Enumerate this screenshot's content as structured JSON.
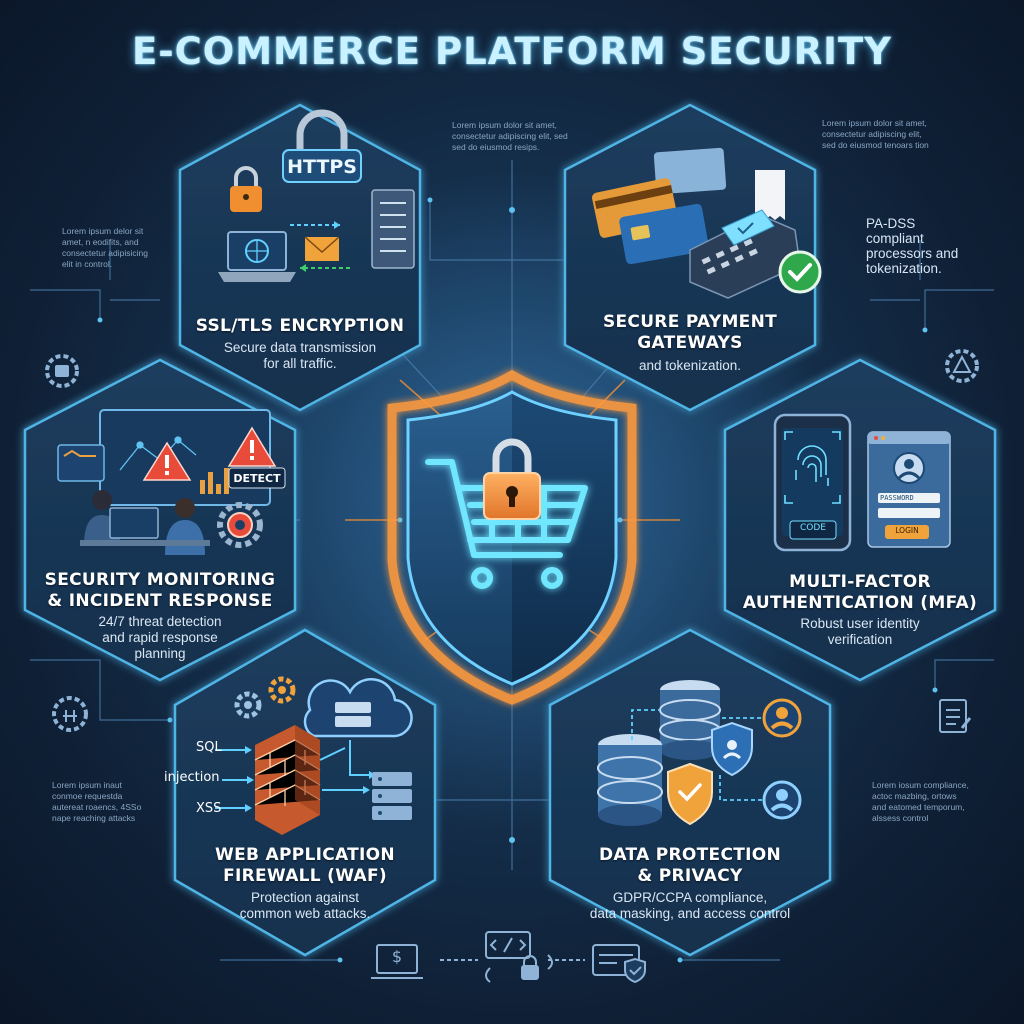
{
  "title": "E-COMMERCE PLATFORM SECURITY",
  "colors": {
    "accent": "#58c8ff",
    "hex_border": "#4fb4e6",
    "shield_glow": "#ff9a3d",
    "alert": "#e84b3a",
    "success": "#35b34a"
  },
  "sections": {
    "ssl": {
      "title_line1": "SSL/TLS ENCRYPTION",
      "desc_line1": "Secure data transmission",
      "desc_line2": "for all traffic.",
      "badge": "HTTPS",
      "icons": [
        "padlock-icon",
        "laptop-icon",
        "globe-icon",
        "envelope-icon",
        "server-icon"
      ]
    },
    "payment": {
      "title_line1": "SECURE PAYMENT",
      "title_line2": "GATEWAYS",
      "desc_line1": "and tokenization.",
      "icons": [
        "credit-card-icon",
        "pos-terminal-icon",
        "receipt-icon",
        "checkmark-icon"
      ]
    },
    "monitoring": {
      "title_line1": "SECURITY MONITORING",
      "title_line2": "& INCIDENT RESPONSE",
      "desc_line1": "24/7 threat detection",
      "desc_line2": "and rapid response",
      "desc_line3": "planning",
      "detect_label": "DETECT",
      "icons": [
        "monitor-icon",
        "warning-icon",
        "analyst-icon",
        "gear-icon"
      ]
    },
    "mfa": {
      "title_line1": "MULTI-FACTOR",
      "title_line2": "AUTHENTICATION (MFA)",
      "desc_line1": "Robust user identity",
      "desc_line2": "verification",
      "code_label": "CODE",
      "login_label": "LOGIN",
      "field_label": "PASSWORD",
      "icons": [
        "smartphone-icon",
        "fingerprint-icon",
        "user-icon",
        "login-window-icon"
      ]
    },
    "waf": {
      "title_line1": "WEB APPLICATION",
      "title_line2": "FIREWALL (WAF)",
      "desc_line1": "Protection against",
      "desc_line2": "common web attacks.",
      "attack_1": "SQL",
      "attack_2": "injection",
      "attack_3": "XSS",
      "icons": [
        "firewall-icon",
        "cloud-icon",
        "server-icon",
        "gear-icon"
      ]
    },
    "data": {
      "title_line1": "DATA PROTECTION",
      "title_line2": "& PRIVACY",
      "desc_line1": "GDPR/CCPA compliance,",
      "desc_line2": "data masking, and access control",
      "icons": [
        "database-icon",
        "shield-check-icon",
        "user-icon"
      ]
    }
  },
  "center": {
    "icons": [
      "shield-icon",
      "shopping-cart-icon",
      "padlock-icon"
    ]
  },
  "notes": {
    "top_left": {
      "l1": "Lorem ipsum dolor sit amet,",
      "l2": "consectetur adipiscing elit, sed",
      "l3": "sed do eiusmod resips."
    },
    "top_right": {
      "l1": "Lorem ipsum dolor sit amet,",
      "l2": "consectetur adipiscing elit,",
      "l3": "sed do eiusmod tenoars tion"
    },
    "left": {
      "l1": "Lorem ipsum delor sit",
      "l2": "amet, n eodifits, and",
      "l3": "consectetur adipisicing",
      "l4": "elit in control."
    },
    "right": {
      "l1": "PA-DSS",
      "l2": "compliant",
      "l3": "processors and",
      "l4": "tokenization."
    },
    "bottom_left": {
      "l1": "Lorem ipsum inaut",
      "l2": "conmoe requestda",
      "l3": "autereat roaencs, 4SSo",
      "l4": "nape reaching attacks"
    },
    "bottom_right": {
      "l1": "Lorem iosum compliance,",
      "l2": "actoc mazbing, ortows",
      "l3": "and eatomed temporum,",
      "l4": "alssess control"
    }
  },
  "bottom_icons": [
    "dollar-monitor-icon",
    "code-lock-icon",
    "card-shield-icon"
  ]
}
